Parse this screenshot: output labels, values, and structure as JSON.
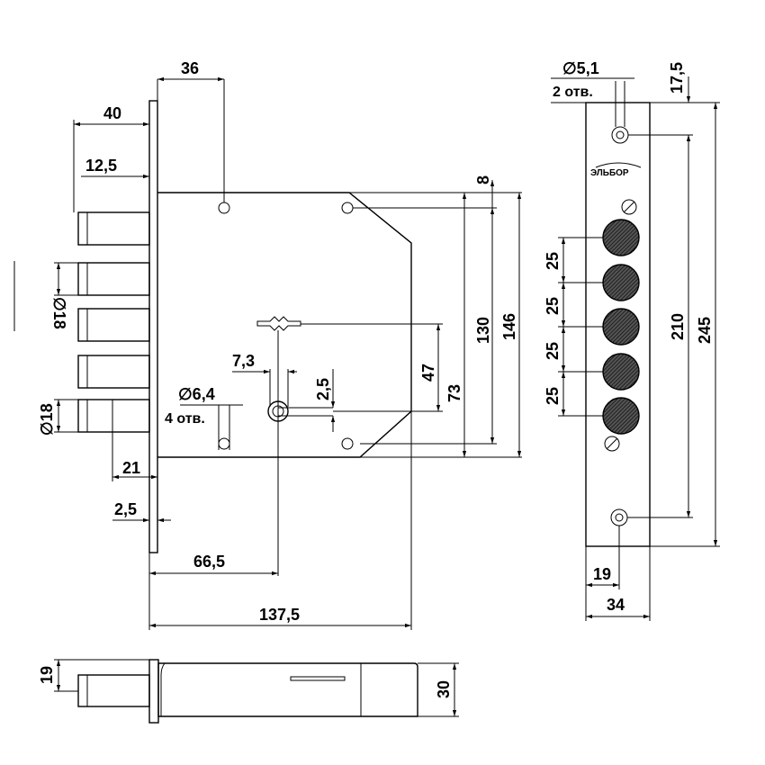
{
  "drawing": {
    "brand": "ЭЛЬБОР",
    "front_view": {
      "dim_36": "36",
      "dim_40": "40",
      "dim_12_5": "12,5",
      "dim_8": "8",
      "dim_130": "130",
      "dim_146": "146",
      "dim_47": "47",
      "dim_73": "73",
      "dim_7_3": "7,3",
      "dim_2_5_small": "2,5",
      "hole_diameter": "∅6,4",
      "hole_count": "4 отв.",
      "bolt_diameter_top": "∅18",
      "bolt_diameter_bottom": "∅18",
      "dim_21": "21",
      "dim_2_5": "2,5",
      "dim_66_5": "66,5",
      "dim_137_5": "137,5"
    },
    "faceplate_view": {
      "hole_diameter": "∅5,1",
      "hole_count": "2 отв.",
      "dim_17_5": "17,5",
      "pitch_1": "25",
      "pitch_2": "25",
      "pitch_3": "25",
      "pitch_4": "25",
      "dim_210": "210",
      "dim_245": "245",
      "dim_19": "19",
      "dim_34": "34"
    },
    "bottom_view": {
      "dim_19": "19",
      "dim_30": "30"
    }
  }
}
